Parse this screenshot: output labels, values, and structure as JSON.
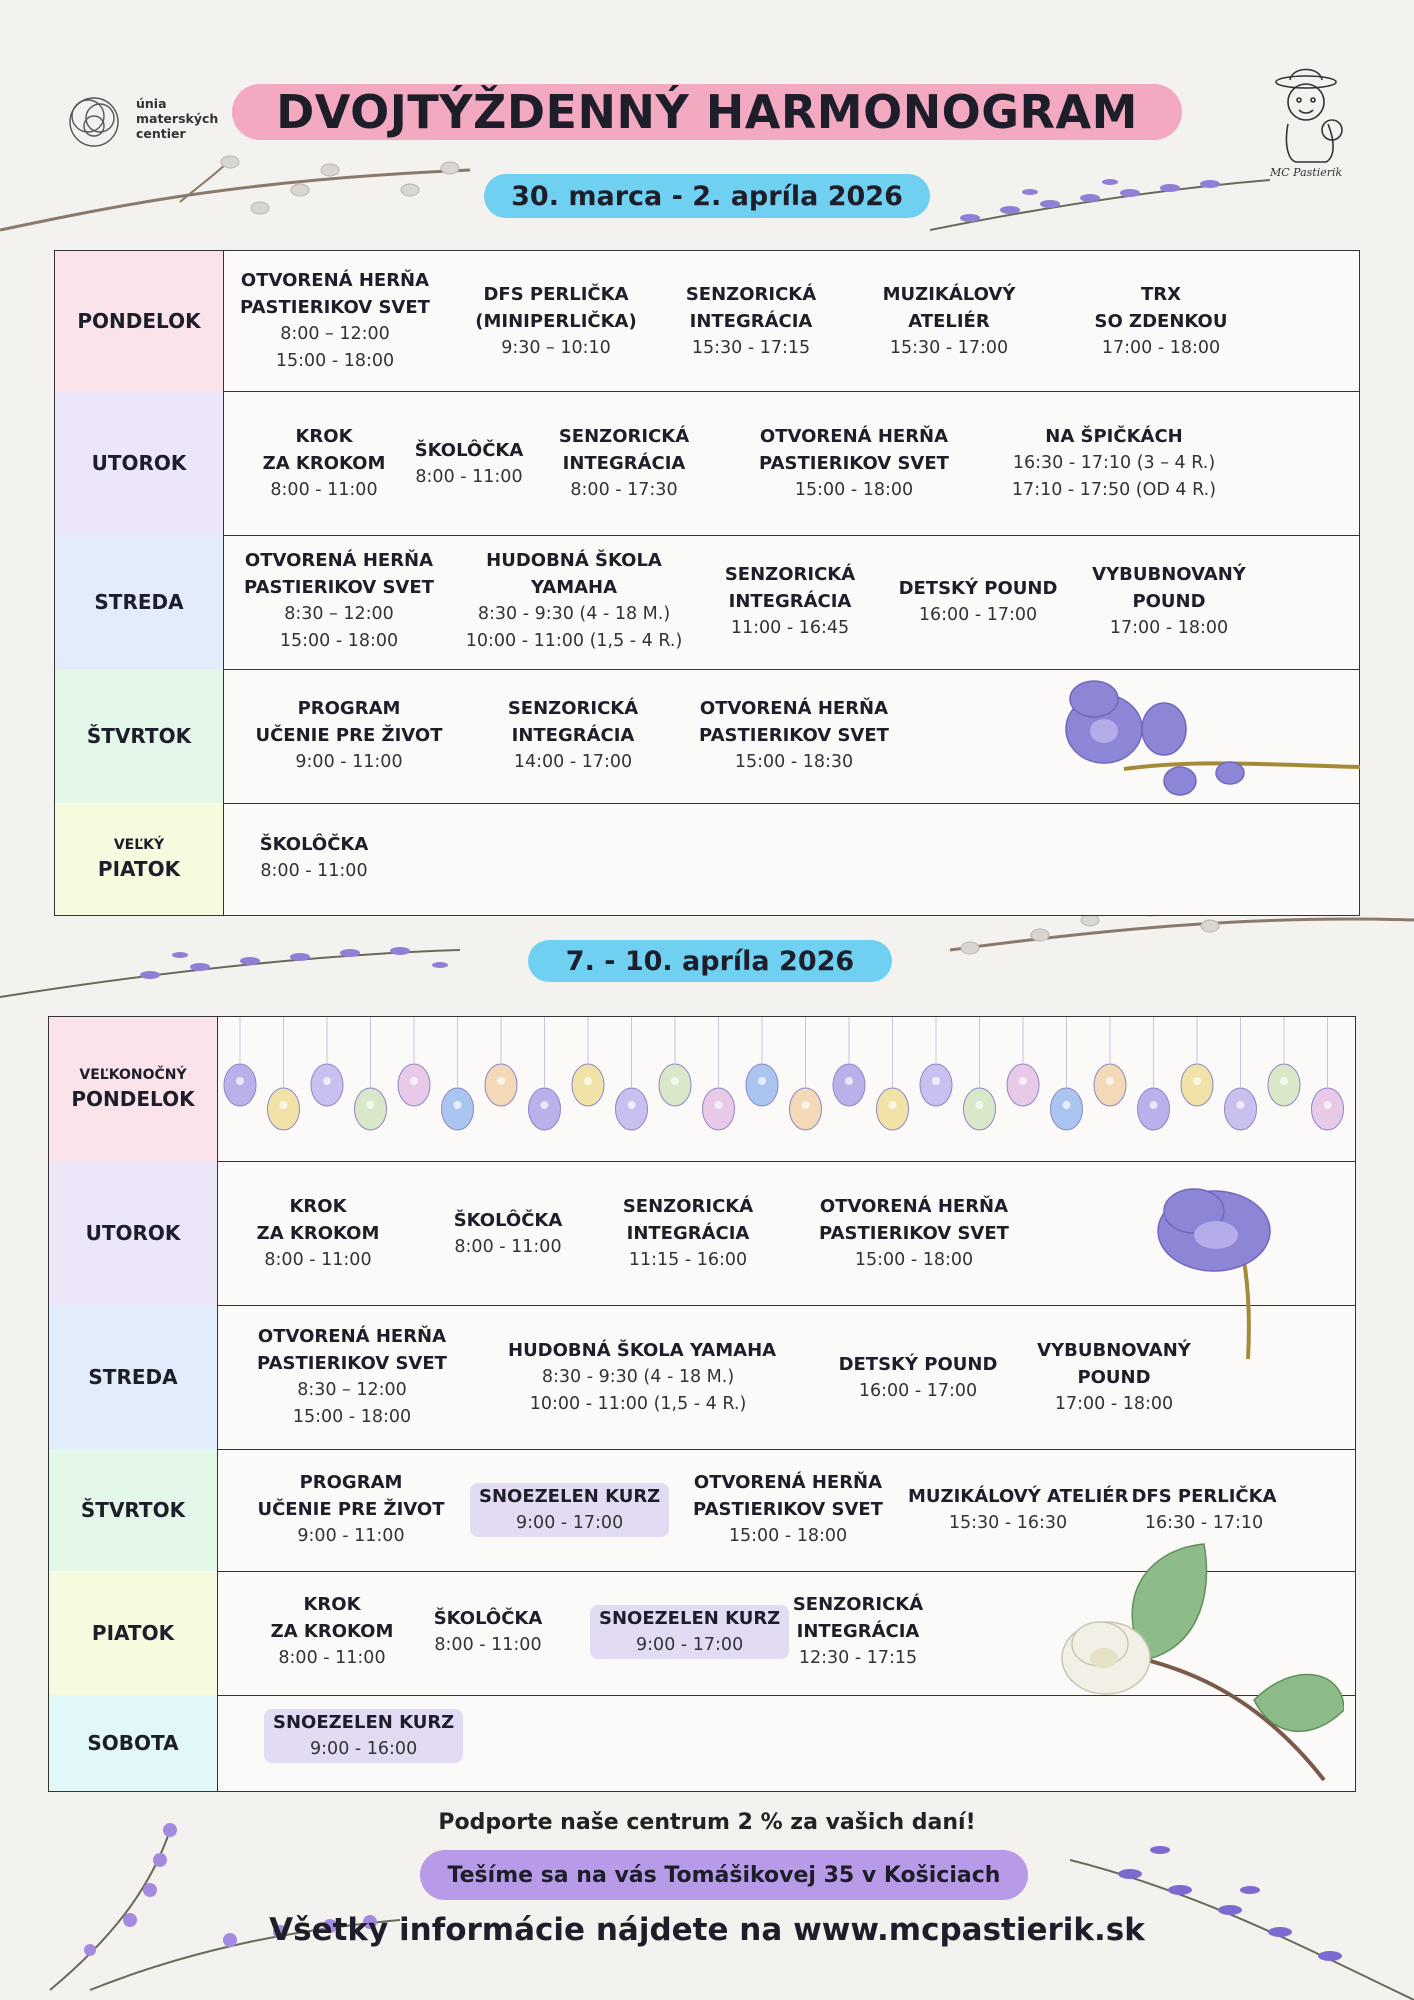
{
  "logo_left": {
    "lines": [
      "únia",
      "materských",
      "centier"
    ]
  },
  "title": "DVOJTÝŽDENNÝ HARMONOGRAM",
  "logo_right": {
    "text": "MC Pastierik"
  },
  "week1": {
    "date": "30. marca - 2. apríla 2026",
    "days": [
      {
        "day": "PONDELOK",
        "events": [
          {
            "title": [
              "OTVORENÁ HERŇA",
              "PASTIERIKOV SVET"
            ],
            "times": [
              "8:00 – 12:00",
              "15:00 - 18:00"
            ]
          },
          {
            "title": [
              "DFS PERLIČKA",
              "(MINIPERLIČKA)"
            ],
            "times": [
              "9:30 – 10:10"
            ]
          },
          {
            "title": [
              "SENZORICKÁ",
              "INTEGRÁCIA"
            ],
            "times": [
              "15:30 - 17:15"
            ]
          },
          {
            "title": [
              "MUZIKÁLOVÝ",
              "ATELIÉR"
            ],
            "times": [
              "15:30 - 17:00"
            ]
          },
          {
            "title": [
              "TRX",
              "SO ZDENKOU"
            ],
            "times": [
              "17:00 - 18:00"
            ]
          }
        ]
      },
      {
        "day": "UTOROK",
        "events": [
          {
            "title": [
              "KROK",
              "ZA KROKOM"
            ],
            "times": [
              "8:00 - 11:00"
            ]
          },
          {
            "title": [
              "ŠKOLÔČKA"
            ],
            "times": [
              "8:00 - 11:00"
            ]
          },
          {
            "title": [
              "SENZORICKÁ",
              "INTEGRÁCIA"
            ],
            "times": [
              "8:00 - 17:30"
            ]
          },
          {
            "title": [
              "OTVORENÁ HERŇA",
              "PASTIERIKOV SVET"
            ],
            "times": [
              "15:00 - 18:00"
            ]
          },
          {
            "title": [
              "NA ŠPIČKÁCH"
            ],
            "times": [
              "16:30 - 17:10 (3 – 4 R.)",
              "17:10 - 17:50 (OD 4 R.)"
            ]
          }
        ]
      },
      {
        "day": "STREDA",
        "events": [
          {
            "title": [
              "OTVORENÁ HERŇA",
              "PASTIERIKOV SVET"
            ],
            "times": [
              "8:30 – 12:00",
              "15:00 - 18:00"
            ]
          },
          {
            "title": [
              "HUDOBNÁ ŠKOLA",
              "YAMAHA"
            ],
            "times": [
              "8:30 - 9:30 (4 - 18 M.)",
              "10:00 - 11:00 (1,5 - 4 R.)"
            ]
          },
          {
            "title": [
              "SENZORICKÁ",
              "INTEGRÁCIA"
            ],
            "times": [
              "11:00 - 16:45"
            ]
          },
          {
            "title": [
              "DETSKÝ POUND"
            ],
            "times": [
              "16:00 - 17:00"
            ]
          },
          {
            "title": [
              "VYBUBNOVANÝ",
              "POUND"
            ],
            "times": [
              "17:00 - 18:00"
            ]
          }
        ]
      },
      {
        "day": "ŠTVRTOK",
        "events": [
          {
            "title": [
              "PROGRAM",
              "UČENIE PRE ŽIVOT"
            ],
            "times": [
              "9:00 - 11:00"
            ]
          },
          {
            "title": [
              "SENZORICKÁ",
              "INTEGRÁCIA"
            ],
            "times": [
              "14:00 - 17:00"
            ]
          },
          {
            "title": [
              "OTVORENÁ HERŇA",
              "PASTIERIKOV SVET"
            ],
            "times": [
              "15:00 - 18:30"
            ]
          }
        ]
      },
      {
        "day_small": "VEĽKÝ",
        "day": "PIATOK",
        "events": [
          {
            "title": [
              "ŠKOLÔČKA"
            ],
            "times": [
              "8:00 - 11:00"
            ]
          }
        ]
      }
    ]
  },
  "week2": {
    "date": "7. - 10. apríla 2026",
    "days": [
      {
        "day_small": "VEĽKONOČNÝ",
        "day": "PONDELOK",
        "events": []
      },
      {
        "day": "UTOROK",
        "events": [
          {
            "title": [
              "KROK",
              "ZA KROKOM"
            ],
            "times": [
              "8:00 - 11:00"
            ]
          },
          {
            "title": [
              "ŠKOLÔČKA"
            ],
            "times": [
              "8:00 - 11:00"
            ]
          },
          {
            "title": [
              "SENZORICKÁ",
              "INTEGRÁCIA"
            ],
            "times": [
              "11:15 - 16:00"
            ]
          },
          {
            "title": [
              "OTVORENÁ HERŇA",
              "PASTIERIKOV SVET"
            ],
            "times": [
              "15:00 - 18:00"
            ]
          }
        ]
      },
      {
        "day": "STREDA",
        "events": [
          {
            "title": [
              "OTVORENÁ HERŇA",
              "PASTIERIKOV SVET"
            ],
            "times": [
              "8:30 – 12:00",
              "15:00 - 18:00"
            ]
          },
          {
            "title": [
              "HUDOBNÁ ŠKOLA YAMAHA"
            ],
            "times": [
              "8:30 - 9:30 (4 - 18 M.)",
              "10:00 - 11:00 (1,5 - 4 R.)"
            ]
          },
          {
            "title": [
              "DETSKÝ POUND"
            ],
            "times": [
              "16:00 - 17:00"
            ]
          },
          {
            "title": [
              "VYBUBNOVANÝ",
              "POUND"
            ],
            "times": [
              "17:00 - 18:00"
            ]
          }
        ]
      },
      {
        "day": "ŠTVRTOK",
        "events": [
          {
            "title": [
              "PROGRAM",
              "UČENIE PRE ŽIVOT"
            ],
            "times": [
              "9:00 - 11:00"
            ]
          },
          {
            "title": [
              "SNOEZELEN KURZ"
            ],
            "times": [
              "9:00 - 17:00"
            ],
            "highlight": true
          },
          {
            "title": [
              "OTVORENÁ HERŇA",
              "PASTIERIKOV SVET"
            ],
            "times": [
              "15:00 - 18:00"
            ]
          },
          {
            "title": [
              "MUZIKÁLOVÝ ATELIÉR"
            ],
            "times": [
              "15:30 - 16:30"
            ]
          },
          {
            "title": [
              "DFS PERLIČKA"
            ],
            "times": [
              "16:30 - 17:10"
            ]
          }
        ]
      },
      {
        "day": "PIATOK",
        "events": [
          {
            "title": [
              "KROK",
              "ZA KROKOM"
            ],
            "times": [
              "8:00 - 11:00"
            ]
          },
          {
            "title": [
              "ŠKOLÔČKA"
            ],
            "times": [
              "8:00 - 11:00"
            ]
          },
          {
            "title": [
              "SNOEZELEN KURZ"
            ],
            "times": [
              "9:00 - 17:00"
            ],
            "highlight": true
          },
          {
            "title": [
              "SENZORICKÁ",
              "INTEGRÁCIA"
            ],
            "times": [
              "12:30 - 17:15"
            ]
          }
        ]
      },
      {
        "day": "SOBOTA",
        "events": [
          {
            "title": [
              "SNOEZELEN KURZ"
            ],
            "times": [
              "9:00 - 16:00"
            ],
            "highlight": true
          }
        ]
      }
    ]
  },
  "footer": {
    "line1": "Podporte naše centrum 2 % za vašich daní!",
    "line2": "Tešíme sa na vás Tomášikovej 35 v Košiciach",
    "line3": "Všetky informácie nájdete na www.mcpastierik.sk"
  },
  "colors": {
    "title_bg": "#f3a9bf",
    "date_bg": "#6fd0f2",
    "footer_pill_bg": "#b89be8",
    "highlight_bg": "#e3dbf3"
  }
}
